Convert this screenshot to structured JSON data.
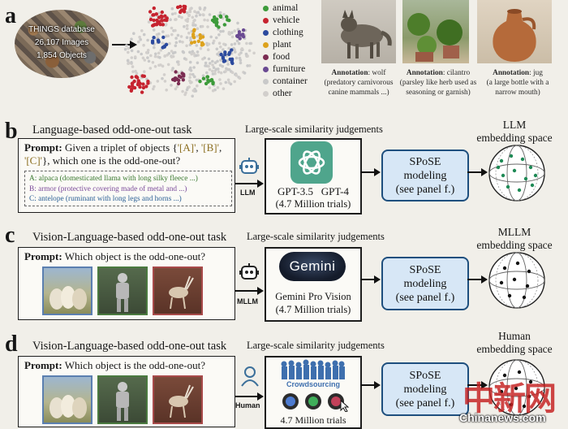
{
  "panels": {
    "a": "a",
    "b": "b",
    "c": "c",
    "d": "d"
  },
  "panel_a": {
    "database_line1": "THINGS database",
    "database_line2": "26,107 Images",
    "database_line3": "1,854 Objects",
    "legend": [
      {
        "label": "animal",
        "color": "#3d9b3a"
      },
      {
        "label": "vehicle",
        "color": "#c6232f"
      },
      {
        "label": "clothing",
        "color": "#2c4a9e"
      },
      {
        "label": "plant",
        "color": "#dda21d"
      },
      {
        "label": "food",
        "color": "#7b2c52"
      },
      {
        "label": "furniture",
        "color": "#6a4a92"
      },
      {
        "label": "container",
        "color": "#c9c9c9"
      },
      {
        "label": "other",
        "color": "#d2cfcc"
      }
    ],
    "annotations": [
      {
        "label": "Annotation",
        "text": ": wolf",
        "detail": "(predatory carnivorous canine mammals ...)"
      },
      {
        "label": "Annotation",
        "text": ": cilantro",
        "detail": "(parsley like herb used as seasoning or garnish)"
      },
      {
        "label": "Annotation",
        "text": ": jug",
        "detail": "(a large bottle with a narrow mouth)"
      }
    ]
  },
  "panel_b": {
    "task_title": "Language-based odd-one-out task",
    "judgement_title": "Large-scale similarity judgements",
    "space_title_1": "LLM",
    "space_title_2": "embedding space",
    "prompt_label": "Prompt:",
    "prompt_text_1": " Given a triplet of objects {",
    "token_a": "'[A]'",
    "sep1": ", ",
    "token_b": "'[B]'",
    "sep2": ",",
    "token_c": "'[C]'",
    "prompt_text_2": "}, which one is the odd-one-out?",
    "option_a": "A: alpaca (domesticated llama with long silky fleece ...)",
    "option_b": "B: armor (protective covering made of metal and ...)",
    "option_c": "C: antelope (ruminant with long legs and horns ...)",
    "agent_label": "LLM",
    "model_1": "GPT-3.5",
    "model_2": "GPT-4",
    "trials": "(4.7 Million trials)",
    "spose_1": "SPoSE",
    "spose_2": "modeling",
    "spose_3": "(see panel f.)"
  },
  "panel_c": {
    "task_title": "Vision-Language-based odd-one-out task",
    "judgement_title": "Large-scale similarity judgements",
    "space_title_1": "MLLM",
    "space_title_2": "embedding space",
    "prompt_label": "Prompt:",
    "prompt_text": " Which object is the odd-one-out?",
    "agent_label": "MLLM",
    "logo_text": "Gemini",
    "model_1": "Gemini  Pro Vision",
    "trials": "(4.7 Million trials)",
    "spose_1": "SPoSE",
    "spose_2": "modeling",
    "spose_3": "(see panel f.)"
  },
  "panel_d": {
    "task_title": "Vision-Language-based odd-one-out task",
    "judgement_title": "Large-scale similarity judgements",
    "space_title_1": "Human",
    "space_title_2": "embedding space",
    "prompt_label": "Prompt:",
    "prompt_text": " Which object is the odd-one-out?",
    "agent_label": "Human",
    "crowd_label": "Crowdsourcing",
    "trials": "4.7 Million trials",
    "spose_1": "SPoSE",
    "spose_2": "modeling",
    "spose_3": "(see panel f.)"
  },
  "watermark": {
    "cn": "中新网",
    "en": "Chinanews.com"
  }
}
